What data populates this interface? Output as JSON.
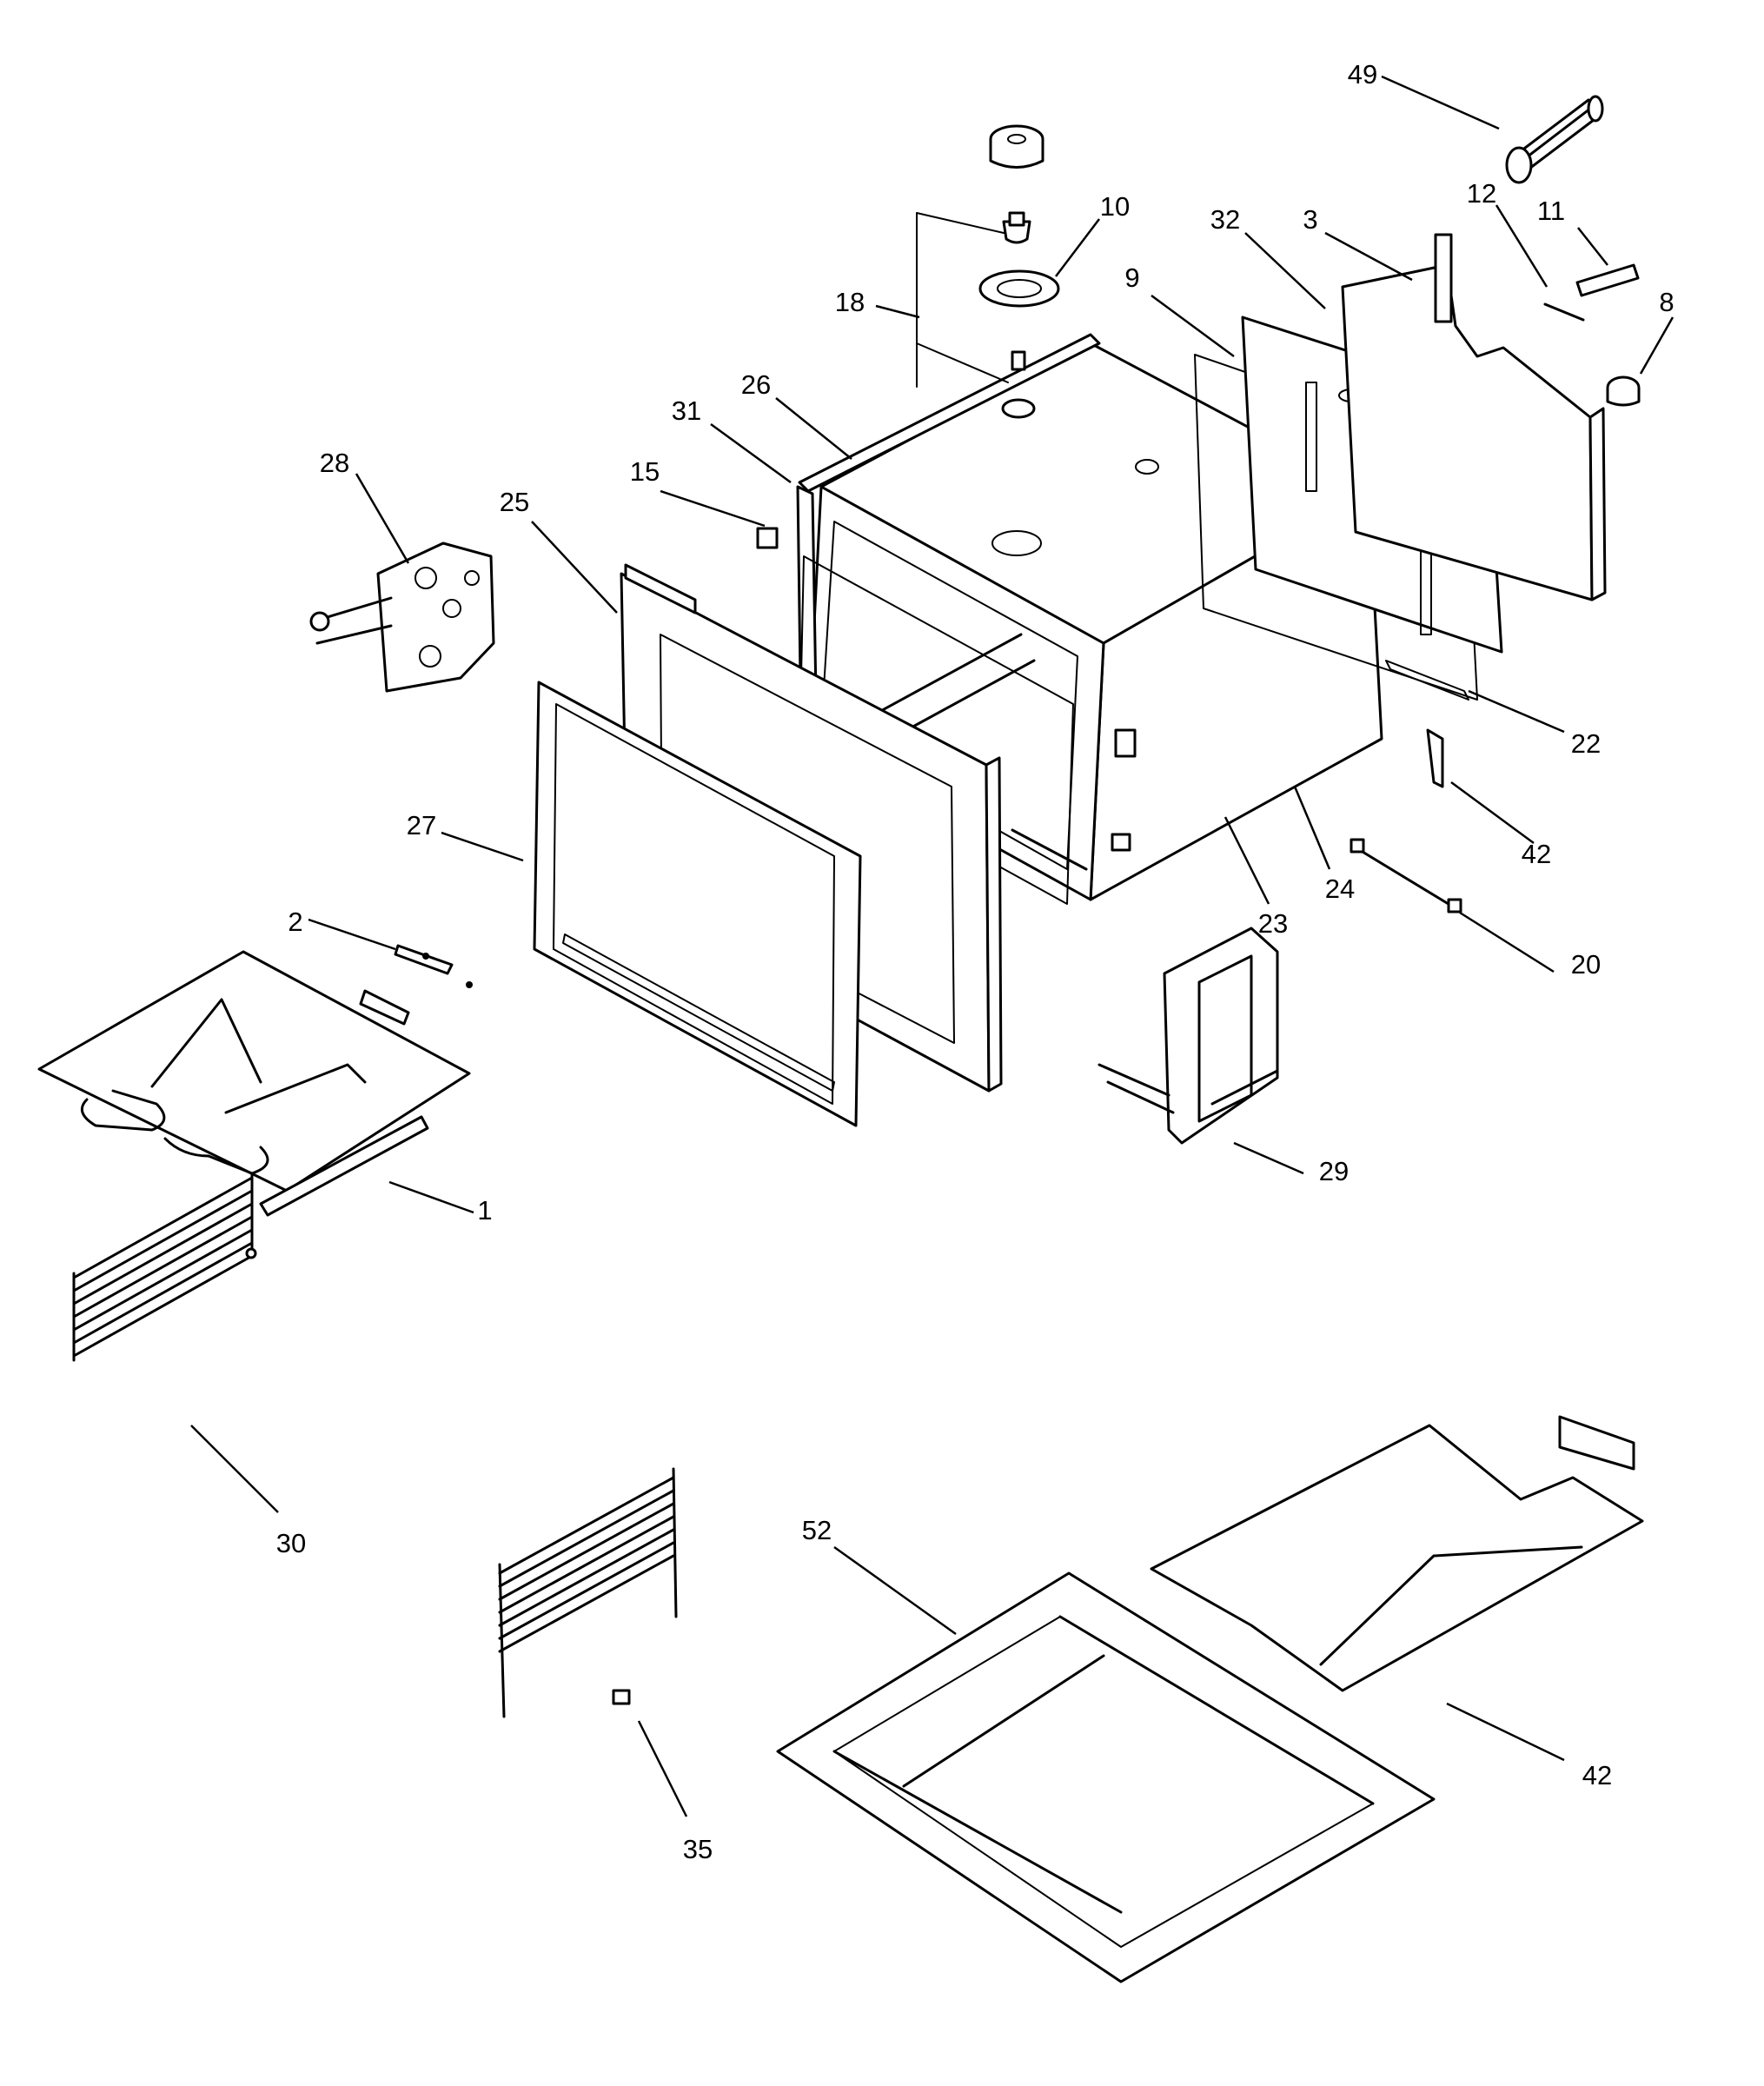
{
  "callouts": [
    {
      "id": "c49",
      "text": "49"
    },
    {
      "id": "c10",
      "text": "10"
    },
    {
      "id": "c32",
      "text": "32"
    },
    {
      "id": "c3",
      "text": "3"
    },
    {
      "id": "c12",
      "text": "12"
    },
    {
      "id": "c11",
      "text": "11"
    },
    {
      "id": "c8",
      "text": "8"
    },
    {
      "id": "c18",
      "text": "18"
    },
    {
      "id": "c9",
      "text": "9"
    },
    {
      "id": "c26",
      "text": "26"
    },
    {
      "id": "c31",
      "text": "31"
    },
    {
      "id": "c28",
      "text": "28"
    },
    {
      "id": "c15",
      "text": "15"
    },
    {
      "id": "c25",
      "text": "25"
    },
    {
      "id": "c22",
      "text": "22"
    },
    {
      "id": "c42a",
      "text": "42"
    },
    {
      "id": "c27",
      "text": "27"
    },
    {
      "id": "c24",
      "text": "24"
    },
    {
      "id": "c23",
      "text": "23"
    },
    {
      "id": "c20",
      "text": "20"
    },
    {
      "id": "c2",
      "text": "2"
    },
    {
      "id": "c29",
      "text": "29"
    },
    {
      "id": "c1",
      "text": "1"
    },
    {
      "id": "c30",
      "text": "30"
    },
    {
      "id": "c52",
      "text": "52"
    },
    {
      "id": "c42b",
      "text": "42"
    },
    {
      "id": "c35",
      "text": "35"
    }
  ]
}
